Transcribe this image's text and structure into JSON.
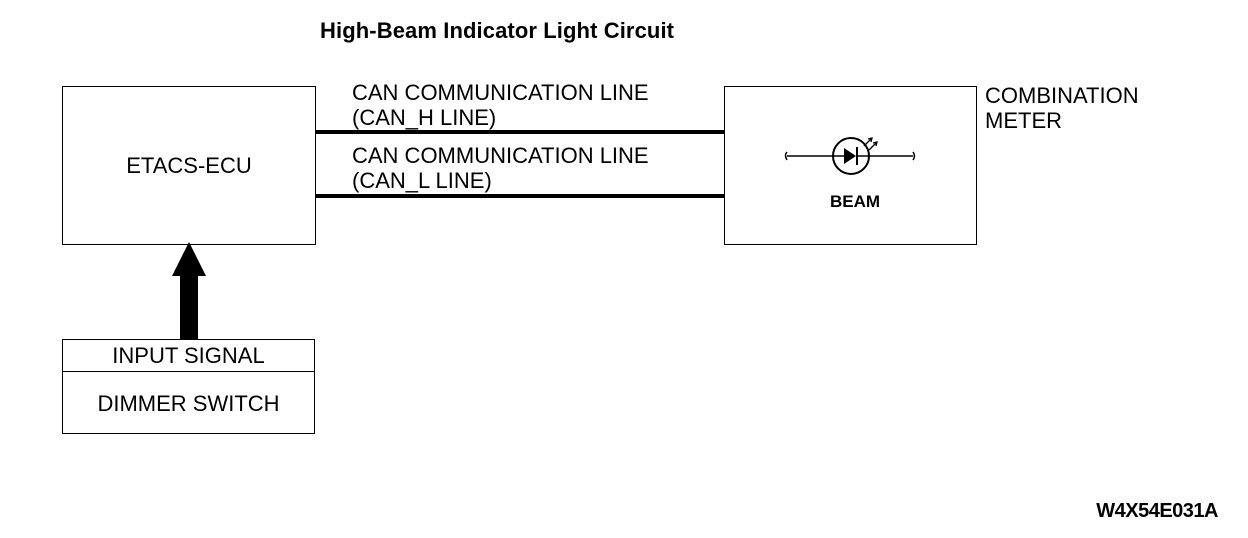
{
  "diagram": {
    "title": "High-Beam Indicator Light Circuit",
    "ecu_label": "ETACS-ECU",
    "can_h": {
      "line1": "CAN COMMUNICATION LINE",
      "line2": "(CAN_H LINE)"
    },
    "can_l": {
      "line1": "CAN COMMUNICATION LINE",
      "line2": "(CAN_L LINE)"
    },
    "meter": {
      "line1": "COMBINATION",
      "line2": "METER",
      "indicator_label": "BEAM"
    },
    "switch_box": {
      "header": "INPUT SIGNAL",
      "label": "DIMMER SWITCH"
    },
    "figure_code": "W4X54E031A"
  }
}
